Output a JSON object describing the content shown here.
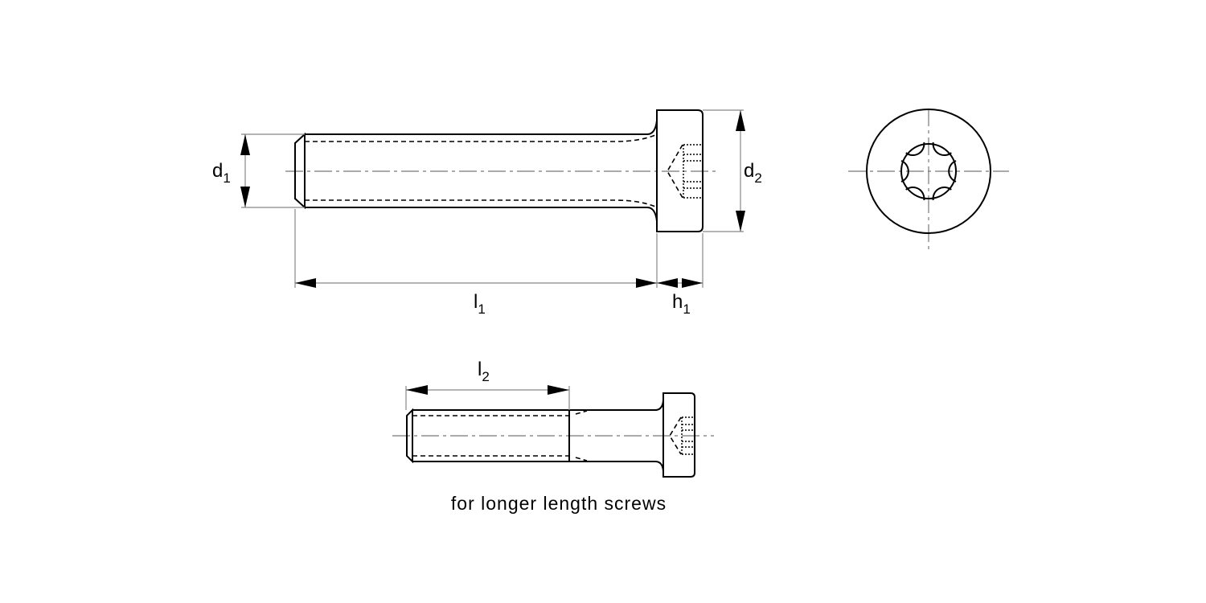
{
  "labels": {
    "d1": {
      "base": "d",
      "sub": "1"
    },
    "d2": {
      "base": "d",
      "sub": "2"
    },
    "l1": {
      "base": "l",
      "sub": "1"
    },
    "h1": {
      "base": "h",
      "sub": "1"
    },
    "l2": {
      "base": "l",
      "sub": "2"
    }
  },
  "caption": "for longer length screws"
}
